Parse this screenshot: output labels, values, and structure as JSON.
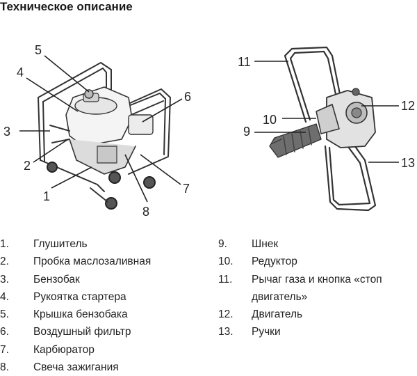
{
  "title": "Техническое описание",
  "callouts": [
    "1",
    "2",
    "3",
    "4",
    "5",
    "6",
    "7",
    "8",
    "9",
    "10",
    "11",
    "12",
    "13"
  ],
  "legend_left": [
    {
      "num": "1.",
      "label": "Глушитель"
    },
    {
      "num": "2.",
      "label": "Пробка маслозаливная"
    },
    {
      "num": "3.",
      "label": "Бензобак"
    },
    {
      "num": "4.",
      "label": "Рукоятка стартера"
    },
    {
      "num": "5.",
      "label": "Крышка бензобака"
    },
    {
      "num": "6.",
      "label": "Воздушный фильтр"
    },
    {
      "num": "7.",
      "label": "Карбюратор"
    },
    {
      "num": "8.",
      "label": "Свеча зажигания"
    }
  ],
  "legend_right": [
    {
      "num": "9.",
      "label": "Шнек"
    },
    {
      "num": "10.",
      "label": "Редуктор"
    },
    {
      "num": "11.",
      "label": "Рычаг газа и кнопка «стоп двигатель»"
    },
    {
      "num": "12.",
      "label": "Двигатель"
    },
    {
      "num": "13.",
      "label": "Ручки"
    }
  ]
}
